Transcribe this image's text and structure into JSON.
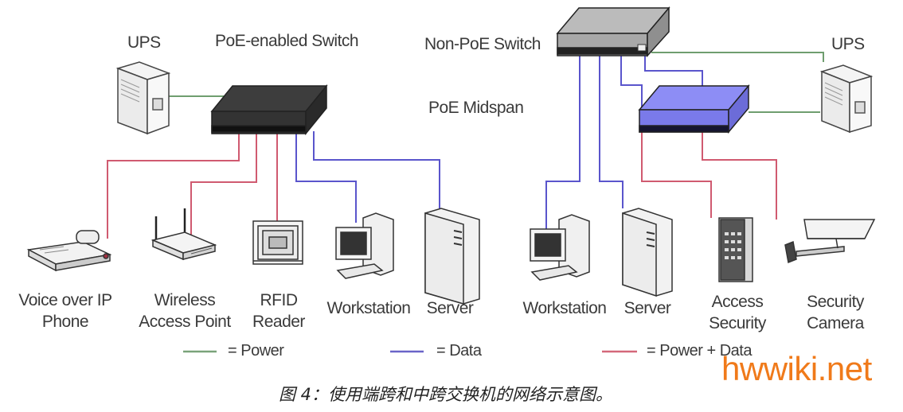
{
  "diagram": {
    "title_labels": {
      "poe_switch": "PoE-enabled Switch",
      "non_poe_switch": "Non-PoE Switch",
      "poe_midspan": "PoE Midspan",
      "ups_left": "UPS",
      "ups_right": "UPS"
    },
    "devices_left": [
      {
        "line1": "Voice over IP",
        "line2": "Phone",
        "icon": "voip-phone-icon",
        "link": "power+data"
      },
      {
        "line1": "Wireless",
        "line2": "Access Point",
        "icon": "wireless-ap-icon",
        "link": "power+data"
      },
      {
        "line1": "RFID",
        "line2": "Reader",
        "icon": "rfid-reader-icon",
        "link": "power+data"
      },
      {
        "line1": "Workstation",
        "line2": "",
        "icon": "workstation-icon",
        "link": "data"
      },
      {
        "line1": "Server",
        "line2": "",
        "icon": "server-icon",
        "link": "data"
      }
    ],
    "devices_right": [
      {
        "line1": "Workstation",
        "line2": "",
        "icon": "workstation-icon",
        "link": "data"
      },
      {
        "line1": "Server",
        "line2": "",
        "icon": "server-icon",
        "link": "data"
      },
      {
        "line1": "Access",
        "line2": "Security",
        "icon": "access-keypad-icon",
        "link": "power+data"
      },
      {
        "line1": "Security",
        "line2": "Camera",
        "icon": "security-camera-icon",
        "link": "power+data"
      }
    ],
    "legend": [
      {
        "label": "= Power",
        "color": "#7aa37a"
      },
      {
        "label": "= Data",
        "color": "#6a64c8"
      },
      {
        "label": "= Power + Data",
        "color": "#d4687a"
      }
    ],
    "colors": {
      "power": "#6f9e6f",
      "data": "#5a55cc",
      "power_data": "#d05a70",
      "poe_switch_body": "#3a3a3a",
      "non_poe_switch_body": "#b8b8b8",
      "midspan_body": "#8c8cf0"
    }
  },
  "caption": "图 4：使用端跨和中跨交换机的网络示意图。",
  "watermark": "hwwiki.net"
}
